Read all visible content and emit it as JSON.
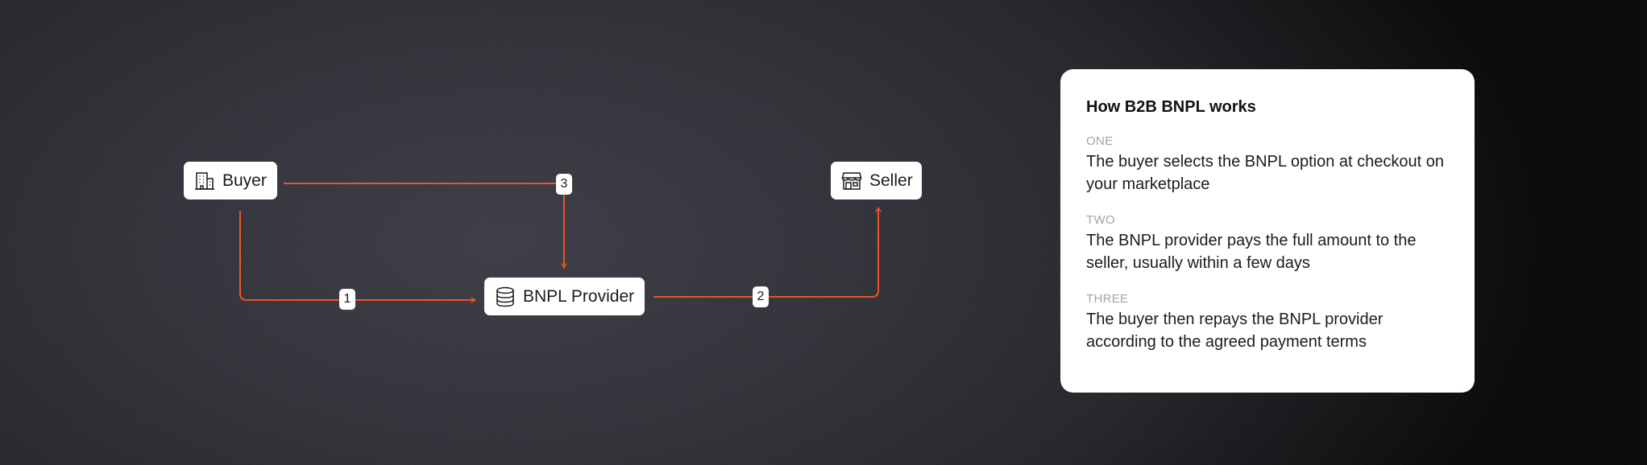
{
  "colors": {
    "accent": "#e8552b",
    "node_bg": "#ffffff",
    "muted_label": "#a3a3a8",
    "text": "#1c1c20"
  },
  "nodes": {
    "buyer": {
      "label": "Buyer",
      "icon": "building-icon"
    },
    "provider": {
      "label": "BNPL Provider",
      "icon": "database-icon"
    },
    "seller": {
      "label": "Seller",
      "icon": "storefront-icon"
    }
  },
  "edges": [
    {
      "step": "1",
      "from": "Buyer",
      "to": "BNPL Provider"
    },
    {
      "step": "2",
      "from": "BNPL Provider",
      "to": "Seller"
    },
    {
      "step": "3",
      "from": "Buyer",
      "to": "BNPL Provider"
    }
  ],
  "card": {
    "title": "How B2B BNPL works",
    "steps": [
      {
        "label": "ONE",
        "text": "The buyer selects the BNPL option at checkout on your marketplace"
      },
      {
        "label": "TWO",
        "text": "The BNPL provider pays the full amount to the seller, usually within a few days"
      },
      {
        "label": "THREE",
        "text": "The buyer then repays the BNPL provider according to the agreed payment terms"
      }
    ]
  }
}
